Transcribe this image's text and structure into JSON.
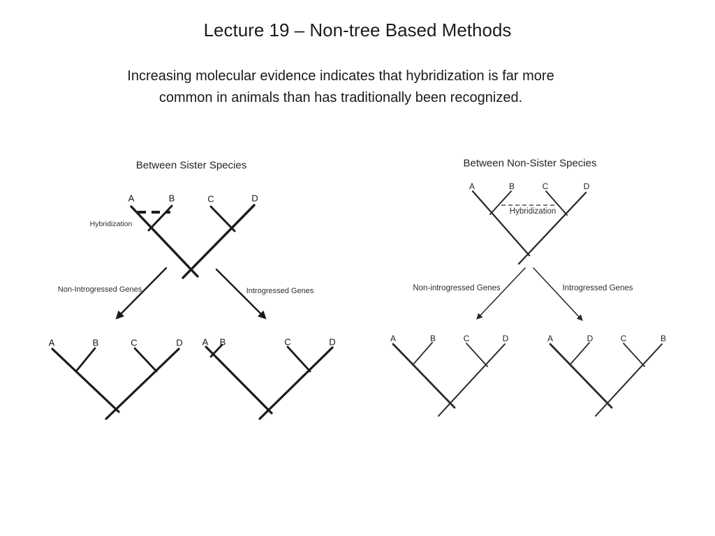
{
  "slide": {
    "title": "Lecture 19 – Non-tree Based Methods",
    "subtitle_line1": "Increasing molecular evidence indicates that hybridization is far more",
    "subtitle_line2": "common in animals than has traditionally been recognized."
  },
  "colors": {
    "background": "#ffffff",
    "tree_line_left": "#1b1b1b",
    "tree_line_right": "#2a2a2a",
    "text": "#1c1c1c"
  },
  "sister_panel": {
    "heading": "Between Sister Species",
    "hybridization_label": "Hybridization",
    "parent_tree_tips": [
      "A",
      "B",
      "C",
      "D"
    ],
    "non_introgressed_arrow_label": "Non-Introgressed Genes",
    "introgressed_arrow_label": "Introgressed Genes",
    "non_introgressed_tree_tips": [
      "A",
      "B",
      "C",
      "D"
    ],
    "introgressed_tree_tips": [
      "A",
      "B",
      "C",
      "D"
    ]
  },
  "non_sister_panel": {
    "heading": "Between Non-Sister Species",
    "hybridization_label": "Hybridization",
    "parent_tree_tips": [
      "A",
      "B",
      "C",
      "D"
    ],
    "non_introgressed_arrow_label": "Non-introgressed Genes",
    "introgressed_arrow_label": "Introgressed Genes",
    "non_introgressed_tree_tips": [
      "A",
      "B",
      "C",
      "D"
    ],
    "introgressed_tree_tips": [
      "A",
      "D",
      "C",
      "B"
    ]
  }
}
